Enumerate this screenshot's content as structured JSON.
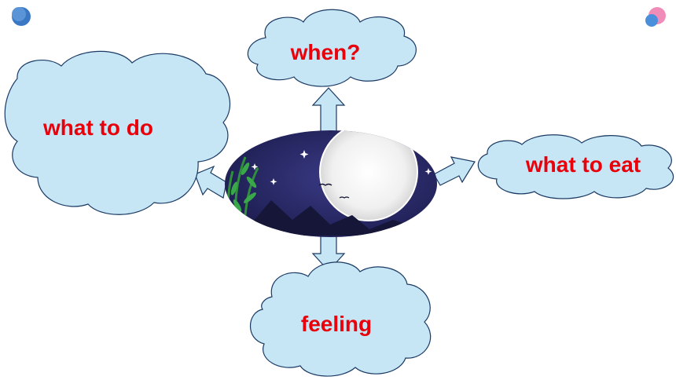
{
  "nodes": {
    "top": {
      "label": "when?"
    },
    "left": {
      "label": "what to do"
    },
    "right": {
      "label": "what to eat"
    },
    "bottom": {
      "label": "feeling"
    }
  },
  "colors": {
    "cloud_fill": "#c6e6f5",
    "cloud_stroke": "#1a3a63",
    "label_red": "#e8000b",
    "arrow_fill": "#c6e6f5",
    "night_sky": "#2a2a6a",
    "moon": "#f2f2f2",
    "dot_left": "#3a78c4",
    "dot_right_pink": "#f08cb8",
    "dot_right_blue": "#4a8fdc"
  }
}
